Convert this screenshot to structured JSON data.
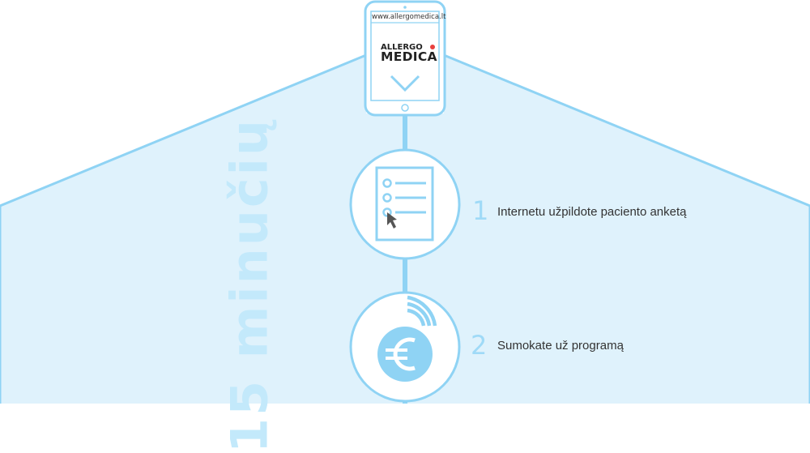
{
  "device": {
    "url": "www.allergomedica.lt",
    "logo_top": "ALLERGO",
    "logo_main": "MEDICA",
    "icon": "chevron-down-icon"
  },
  "vertical_label": "15 minučių",
  "steps": [
    {
      "number": "1",
      "text": "Internetu užpildote paciento anketą",
      "icon": "form-checklist-icon"
    },
    {
      "number": "2",
      "text": "Sumokate už programą",
      "icon": "euro-contactless-icon"
    }
  ],
  "colors": {
    "accent": "#8fd3f4",
    "panel": "#dff2fc",
    "numbers": "#9fdaf7",
    "vertical_text": "#c3e9fb",
    "logo_dot": "#e8413e"
  }
}
